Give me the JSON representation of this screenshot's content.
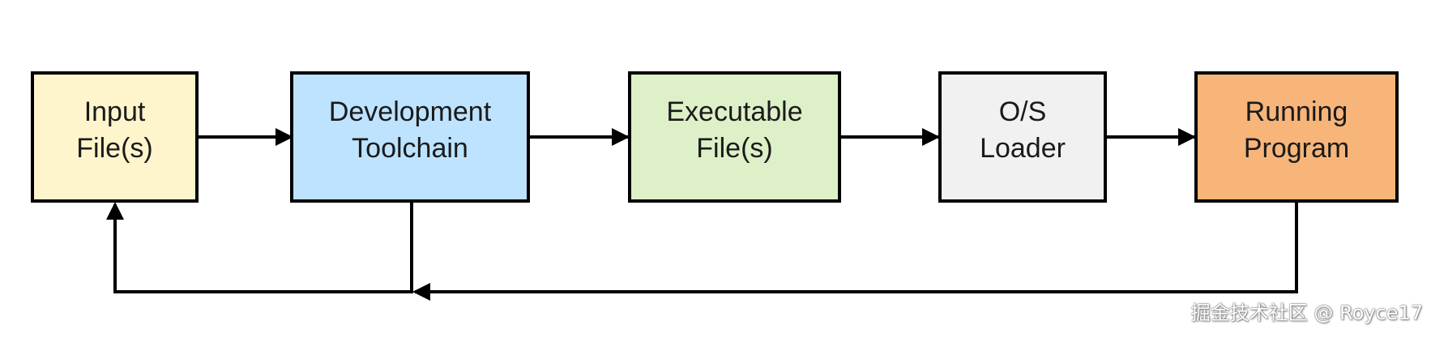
{
  "nodes": [
    {
      "id": "input-files",
      "lines": [
        "Input",
        "File(s)"
      ],
      "color": "#fff5cc"
    },
    {
      "id": "development-toolchain",
      "lines": [
        "Development",
        "Toolchain"
      ],
      "color": "#bde3ff"
    },
    {
      "id": "executable-files",
      "lines": [
        "Executable",
        "File(s)"
      ],
      "color": "#ddf0c8"
    },
    {
      "id": "os-loader",
      "lines": [
        "O/S",
        "Loader"
      ],
      "color": "#f1f1f1"
    },
    {
      "id": "running-program",
      "lines": [
        "Running",
        "Program"
      ],
      "color": "#f7b57a"
    }
  ],
  "colors": {
    "stroke": "#000000",
    "text": "#1a1a1a"
  },
  "watermark": "掘金技术社区 @ Royce17"
}
